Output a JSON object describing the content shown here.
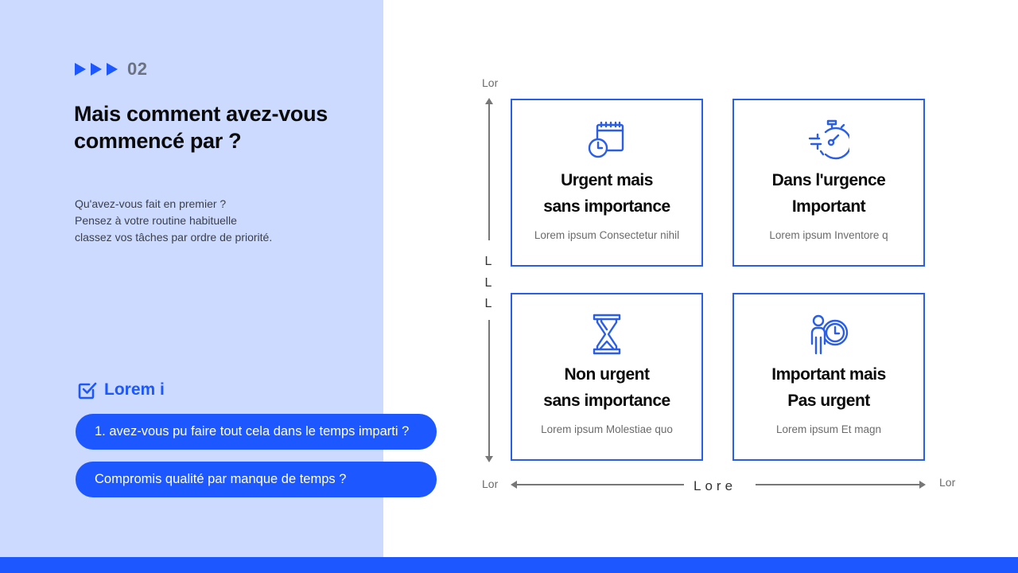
{
  "section": {
    "number": "02",
    "marker_icon": "triple-play-arrows"
  },
  "header": {
    "title": "Mais comment avez-vous commencé par ?"
  },
  "intro": {
    "lines": [
      "Qu'avez-vous fait en premier ?",
      "Pensez à votre routine habituelle",
      "classez vos tâches par ordre de priorité."
    ]
  },
  "checklist": {
    "icon": "checkbox-checked-icon",
    "title": "Lorem i",
    "items": [
      {
        "label": "1. avez-vous pu faire tout cela dans le temps imparti ?"
      },
      {
        "label": "Compromis qualité par manque de temps ?"
      }
    ]
  },
  "matrix": {
    "y_axis": {
      "top_label": "Lor",
      "middle_letters": [
        "L",
        "L",
        "L"
      ]
    },
    "x_axis": {
      "left_label": "Lor",
      "center_label": "Lore",
      "right_label": "Lor"
    },
    "quadrants": [
      {
        "icon": "calendar-clock-icon",
        "title_line1": "Urgent mais",
        "title_line2": "sans importance",
        "desc": "Lorem ipsum Consectetur nihil"
      },
      {
        "icon": "stopwatch-fast-icon",
        "title_line1": "Dans l'urgence",
        "title_line2": "Important",
        "desc": "Lorem ipsum Inventore q"
      },
      {
        "icon": "hourglass-icon",
        "title_line1": "Non urgent",
        "title_line2": "sans importance",
        "desc": "Lorem ipsum Molestiae quo"
      },
      {
        "icon": "person-clock-icon",
        "title_line1": "Important mais",
        "title_line2": "Pas urgent",
        "desc": "Lorem ipsum Et magn"
      }
    ]
  },
  "colors": {
    "accent": "#1c57ff",
    "panel_bg": "#ccdaff",
    "card_border": "#2a5ee6",
    "title_text": "#0a0a0a",
    "muted_text": "#6b6b6b"
  }
}
